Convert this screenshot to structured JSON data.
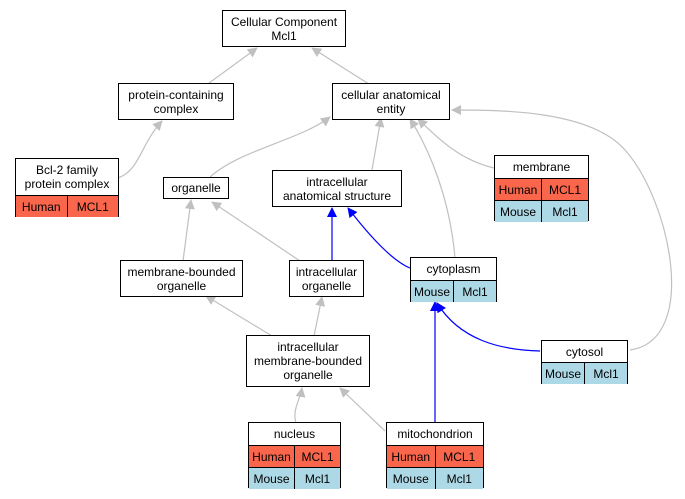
{
  "nodes": {
    "root": {
      "line1": "Cellular Component",
      "line2": "Mcl1"
    },
    "protein_containing_complex": {
      "line1": "protein-containing",
      "line2": "complex"
    },
    "cellular_anatomical_entity": {
      "line1": "cellular anatomical",
      "line2": "entity"
    },
    "bcl2_complex": {
      "line1": "Bcl-2 family",
      "line2": "protein complex",
      "rows": [
        [
          "Human",
          "MCL1"
        ]
      ]
    },
    "organelle": {
      "line1": "organelle"
    },
    "intracellular_anatomical_structure": {
      "line1": "intracellular",
      "line2": "anatomical structure"
    },
    "membrane": {
      "line1": "membrane",
      "rows": [
        [
          "Human",
          "MCL1"
        ],
        [
          "Mouse",
          "Mcl1"
        ]
      ]
    },
    "membrane_bounded_organelle": {
      "line1": "membrane-bounded",
      "line2": "organelle"
    },
    "intracellular_organelle": {
      "line1": "intracellular",
      "line2": "organelle"
    },
    "cytoplasm": {
      "line1": "cytoplasm",
      "rows": [
        [
          "Mouse",
          "Mcl1"
        ]
      ]
    },
    "intracellular_mbo": {
      "line1": "intracellular",
      "line2": "membrane-bounded",
      "line3": "organelle"
    },
    "cytosol": {
      "line1": "cytosol",
      "rows": [
        [
          "Mouse",
          "Mcl1"
        ]
      ]
    },
    "nucleus": {
      "line1": "nucleus",
      "rows": [
        [
          "Human",
          "MCL1"
        ],
        [
          "Mouse",
          "Mcl1"
        ]
      ]
    },
    "mitochondrion": {
      "line1": "mitochondrion",
      "rows": [
        [
          "Human",
          "MCL1"
        ],
        [
          "Mouse",
          "Mcl1"
        ]
      ]
    }
  },
  "colors": {
    "human": "#f9664c",
    "mouse": "#add8e6",
    "edge_gray": "#c0c0c0",
    "edge_blue": "#0000ff"
  }
}
